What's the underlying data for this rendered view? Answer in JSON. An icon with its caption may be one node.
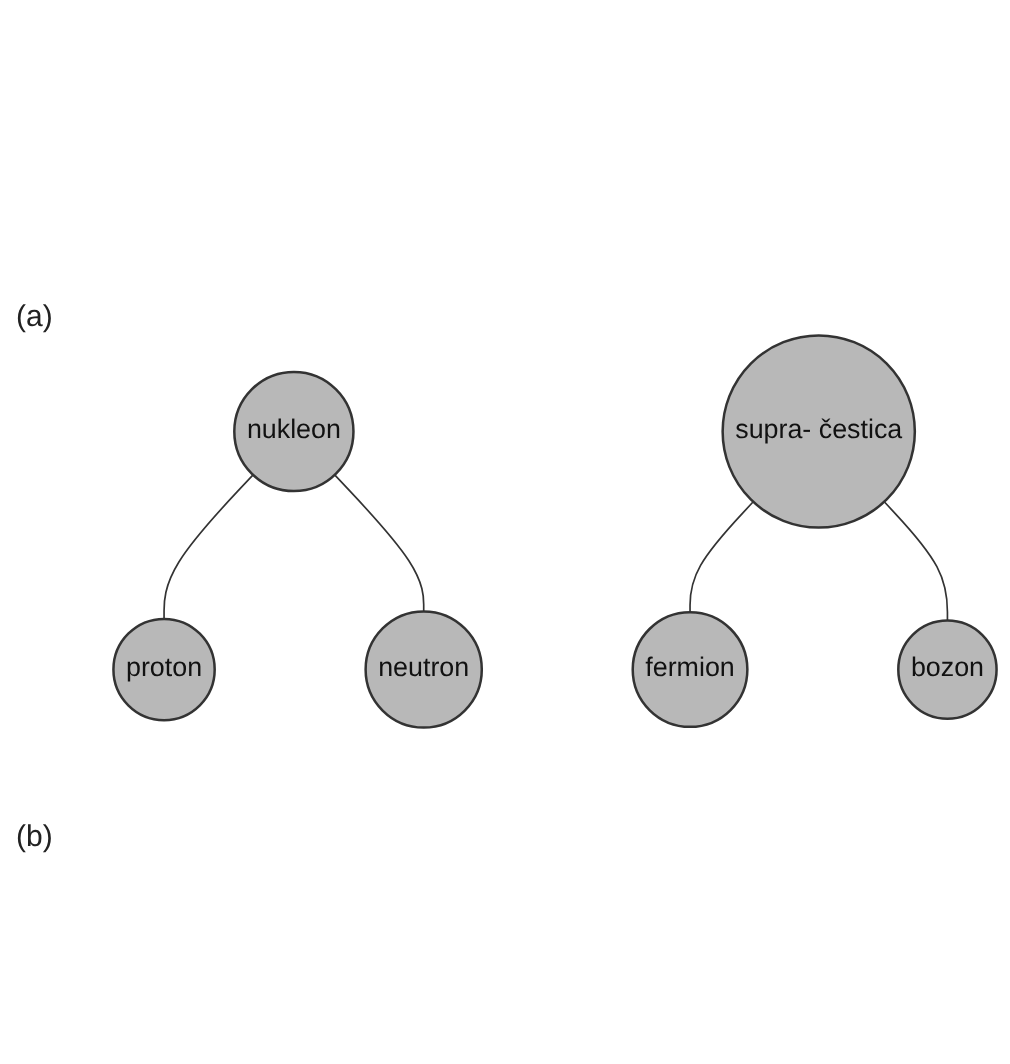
{
  "diagram": {
    "nodes": [
      {
        "text": [
          "nukleon"
        ]
      },
      {
        "text": [
          "proton"
        ]
      },
      {
        "text": [
          "neutron"
        ]
      },
      {
        "text": [
          "supra- čestica"
        ]
      },
      {
        "text": [
          "fermion"
        ]
      },
      {
        "text": [
          "bozon"
        ]
      }
    ],
    "edges": [
      {
        "from": 0,
        "to": 1,
        "arrow": "none"
      },
      {
        "from": 0,
        "to": 2,
        "arrow": "none"
      },
      {
        "from": 3,
        "to": 4,
        "arrow": "none"
      },
      {
        "from": 3,
        "to": 5,
        "arrow": "none"
      }
    ],
    "labels": [
      "(a)",
      "(b)"
    ]
  }
}
